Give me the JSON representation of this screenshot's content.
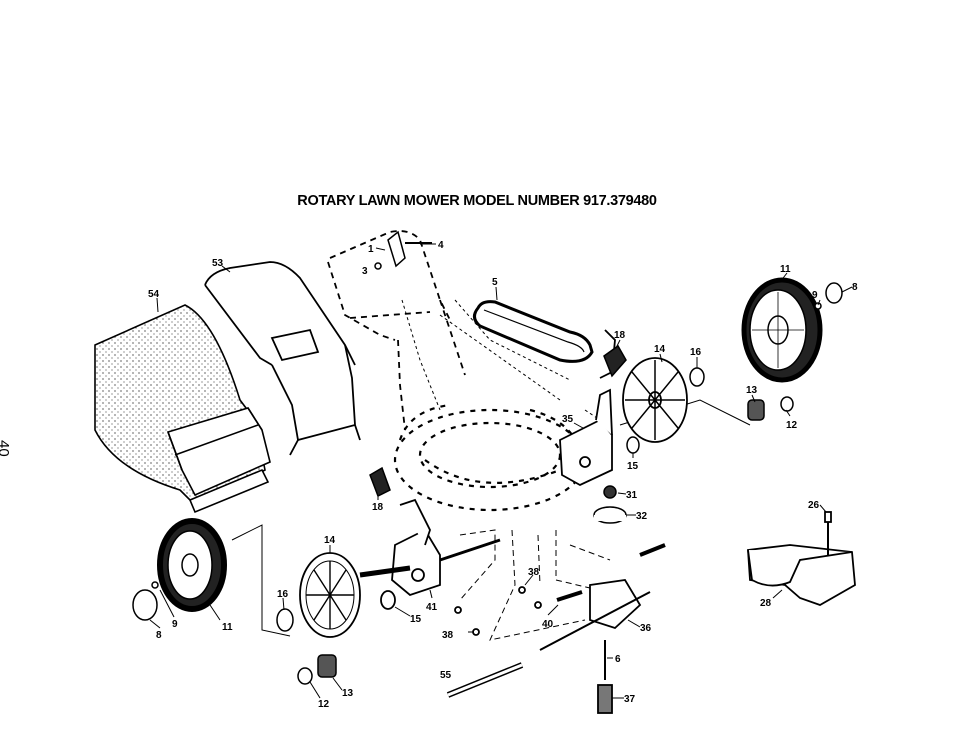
{
  "title": "ROTARY LAWN MOWER MODEL NUMBER 917.379480",
  "page_number": "40",
  "labels": [
    {
      "id": "p53",
      "text": "53"
    },
    {
      "id": "p54",
      "text": "54"
    },
    {
      "id": "p1",
      "text": "1"
    },
    {
      "id": "p3",
      "text": "3"
    },
    {
      "id": "p4",
      "text": "4"
    },
    {
      "id": "p5",
      "text": "5"
    },
    {
      "id": "p18a",
      "text": "18"
    },
    {
      "id": "p14a",
      "text": "14"
    },
    {
      "id": "p16a",
      "text": "16"
    },
    {
      "id": "p11a",
      "text": "11"
    },
    {
      "id": "p9a",
      "text": "9"
    },
    {
      "id": "p8a",
      "text": "8"
    },
    {
      "id": "p13a",
      "text": "13"
    },
    {
      "id": "p12a",
      "text": "12"
    },
    {
      "id": "p35",
      "text": "35"
    },
    {
      "id": "p15a",
      "text": "15"
    },
    {
      "id": "p31",
      "text": "31"
    },
    {
      "id": "p32",
      "text": "32"
    },
    {
      "id": "p18b",
      "text": "18"
    },
    {
      "id": "p14b",
      "text": "14"
    },
    {
      "id": "p16b",
      "text": "16"
    },
    {
      "id": "p15b",
      "text": "15"
    },
    {
      "id": "p41",
      "text": "41"
    },
    {
      "id": "p38a",
      "text": "38"
    },
    {
      "id": "p38b",
      "text": "38"
    },
    {
      "id": "p40",
      "text": "40"
    },
    {
      "id": "p36",
      "text": "36"
    },
    {
      "id": "p6",
      "text": "6"
    },
    {
      "id": "p37",
      "text": "37"
    },
    {
      "id": "p55",
      "text": "55"
    },
    {
      "id": "p26",
      "text": "26"
    },
    {
      "id": "p28",
      "text": "28"
    },
    {
      "id": "p11b",
      "text": "11"
    },
    {
      "id": "p9b",
      "text": "9"
    },
    {
      "id": "p8b",
      "text": "8"
    },
    {
      "id": "p13b",
      "text": "13"
    },
    {
      "id": "p12b",
      "text": "12"
    }
  ]
}
